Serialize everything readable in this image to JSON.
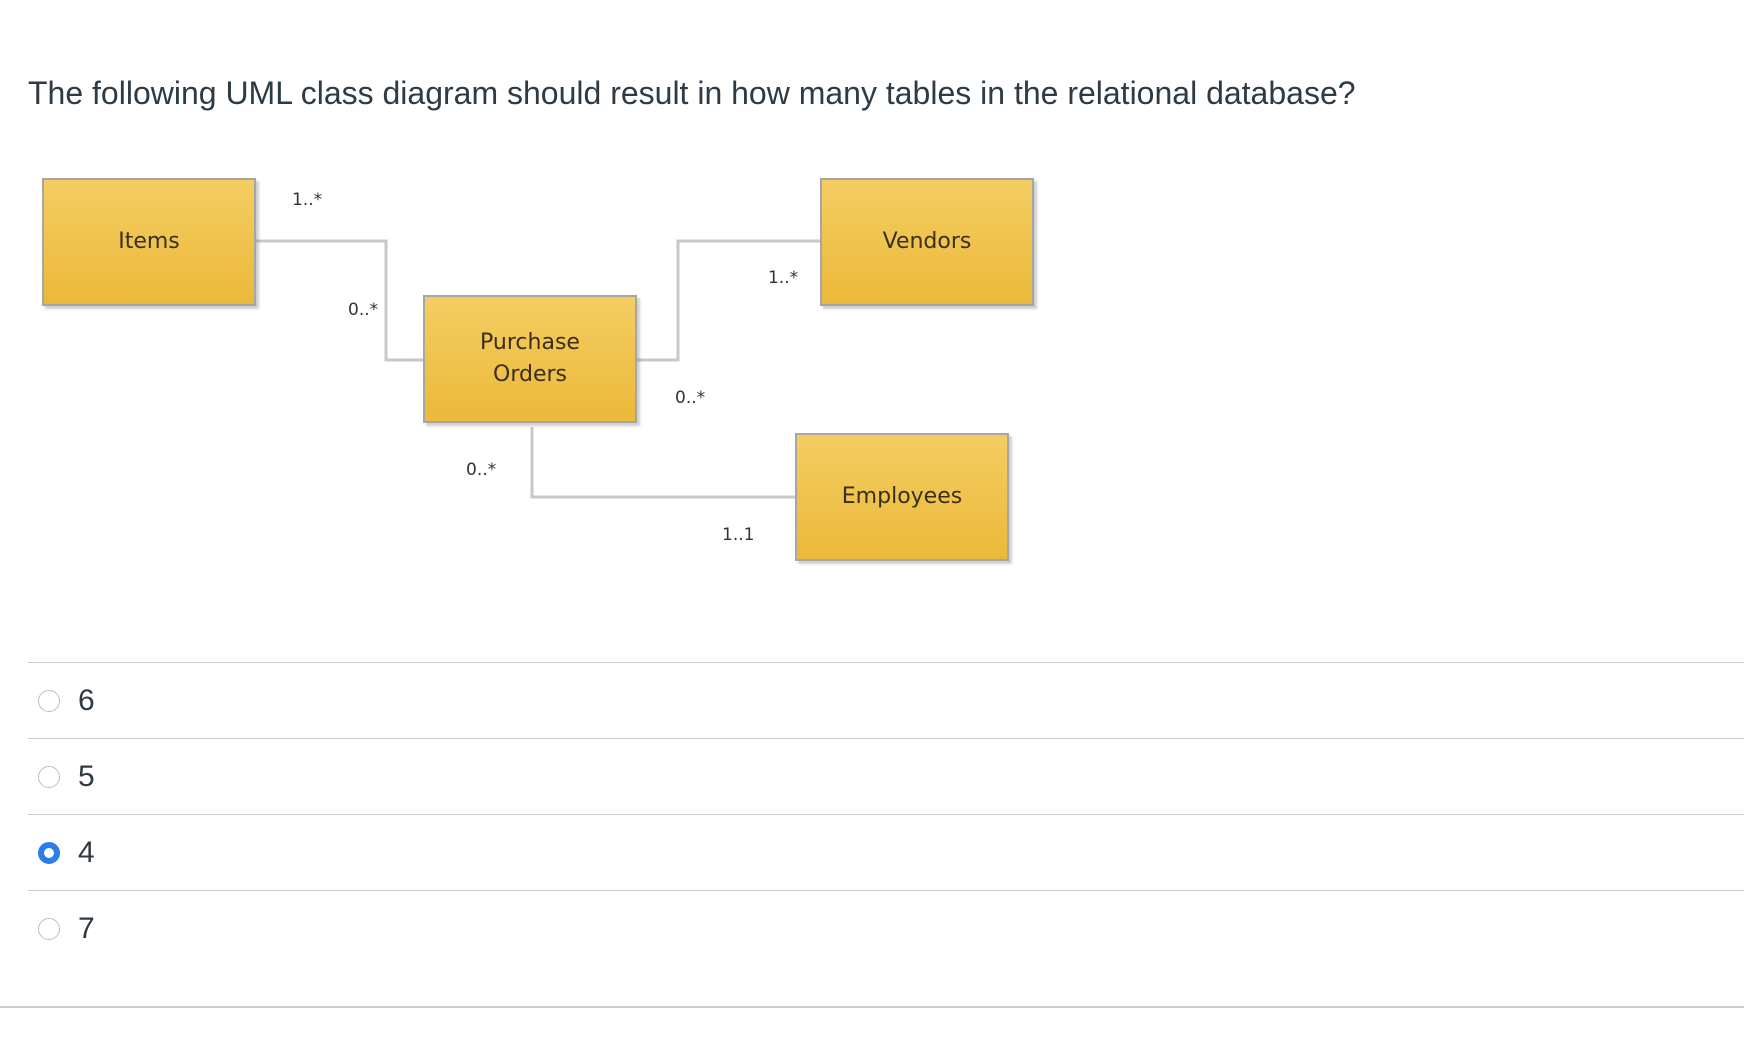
{
  "question": {
    "text": "The following UML class diagram should result in how many tables in the relational database?"
  },
  "diagram": {
    "box_color": "#ebb93a",
    "classes": {
      "items": "Items",
      "purchase_orders_line1": "Purchase",
      "purchase_orders_line2": "Orders",
      "vendors": "Vendors",
      "employees": "Employees"
    },
    "multiplicities": {
      "items_side": "1..*",
      "po_items_side": "0..*",
      "vendors_side": "1..*",
      "po_vendors_side": "0..*",
      "po_employees_side": "0..*",
      "employees_side": "1..1"
    }
  },
  "answers": [
    {
      "label": "6",
      "selected": false
    },
    {
      "label": "5",
      "selected": false
    },
    {
      "label": "4",
      "selected": true
    },
    {
      "label": "7",
      "selected": false
    }
  ],
  "colors": {
    "accent": "#2b7de9",
    "text": "#2d3b45",
    "divider": "#c7cdd1"
  }
}
